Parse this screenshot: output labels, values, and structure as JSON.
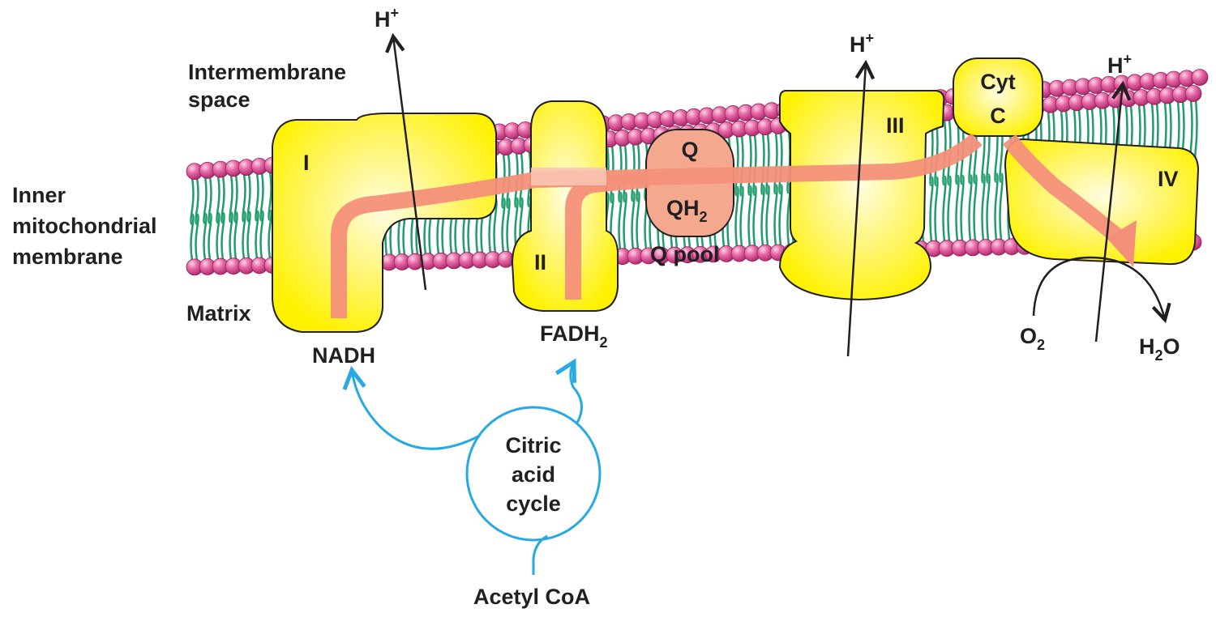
{
  "labels": {
    "intermembrane_line1": "Intermembrane",
    "intermembrane_line2": "space",
    "inner_line1": "Inner",
    "inner_line2": "mitochondrial",
    "inner_line3": "membrane",
    "matrix": "Matrix",
    "q_pool": "Q pool",
    "acetyl_coa": "Acetyl CoA"
  },
  "complexes": {
    "I": "I",
    "II": "II",
    "III": "III",
    "IV": "IV"
  },
  "cyt_c": {
    "line1": "Cyt",
    "line2": "C"
  },
  "ubiquinone": {
    "q": "Q",
    "qh2_base": "QH",
    "qh2_sub": "2"
  },
  "substrates": {
    "nadh": "NADH",
    "fadh2_base": "FADH",
    "fadh2_sub": "2",
    "o2_base": "O",
    "o2_sub": "2",
    "h2o_h": "H",
    "h2o_sub": "2",
    "h2o_o": "O"
  },
  "proton": {
    "base": "H",
    "charge": "+"
  },
  "citric_cycle": {
    "line1": "Citric",
    "line2": "acid",
    "line3": "cycle"
  },
  "colors": {
    "complex_fill": "#fff200",
    "complex_stroke": "#231f20",
    "electron_path": "#f4907a",
    "quinone": "#f4a98f",
    "lipid_head": "#d9468f",
    "lipid_tail": "#1f9d6a",
    "cycle": "#27a9e1"
  }
}
